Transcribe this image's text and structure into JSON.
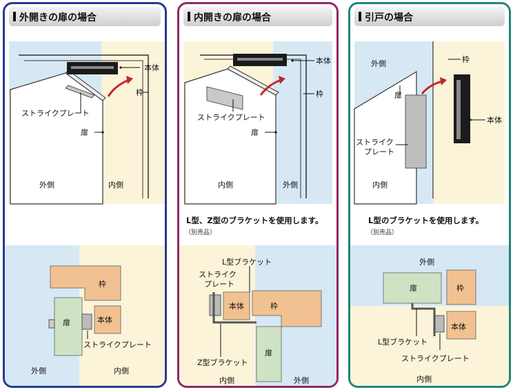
{
  "panel1": {
    "title": "外開きの扉の場合",
    "labels": {
      "honntai": "本体",
      "waku": "枠",
      "strike": "ストライクプレート",
      "tobira": "扉",
      "sotogawa": "外側",
      "uchigawa": "内側"
    },
    "plan": {
      "waku": "枠",
      "tobira": "扉",
      "honntai": "本体",
      "strike": "ストライクプレート",
      "sotogawa": "外側",
      "uchigawa": "内側"
    }
  },
  "panel2": {
    "title": "内開きの扉の場合",
    "labels": {
      "honntai": "本体",
      "waku": "枠",
      "strike": "ストライクプレート",
      "tobira": "扉",
      "uchigawa": "内側",
      "sotogawa": "外側"
    },
    "note": "L型、Z型のブラケットを使用します。",
    "sub": "（別売品）",
    "plan": {
      "lbracket": "L型ブラケット",
      "strike1": "ストライク",
      "strike2": "プレート",
      "honntai": "本体",
      "waku": "枠",
      "tobira": "扉",
      "zbracket": "Z型ブラケット",
      "uchigawa": "内側",
      "sotogawa": "外側"
    }
  },
  "panel3": {
    "title": "引戸の場合",
    "labels": {
      "sotogawa": "外側",
      "waku": "枠",
      "tobira": "扉",
      "honntai": "本体",
      "strike1": "ストライク",
      "strike2": "プレート",
      "uchigawa": "内側"
    },
    "note": "L型のブラケットを使用します。",
    "sub": "（別売品）",
    "plan": {
      "sotogawa": "外側",
      "tobira": "扉",
      "waku": "枠",
      "honntai": "本体",
      "lbracket": "L型ブラケット",
      "strike": "ストライクプレート",
      "uchigawa": "内側"
    }
  },
  "colors": {
    "sky": "#d7e8f5",
    "cream": "#fbf4d9",
    "door_green": "#cfe3c4",
    "frame_orange": "#f2c192",
    "arrow_red": "#c0262b",
    "border1": "#243a8f",
    "border2": "#8d2a63",
    "border3": "#1e8776"
  }
}
